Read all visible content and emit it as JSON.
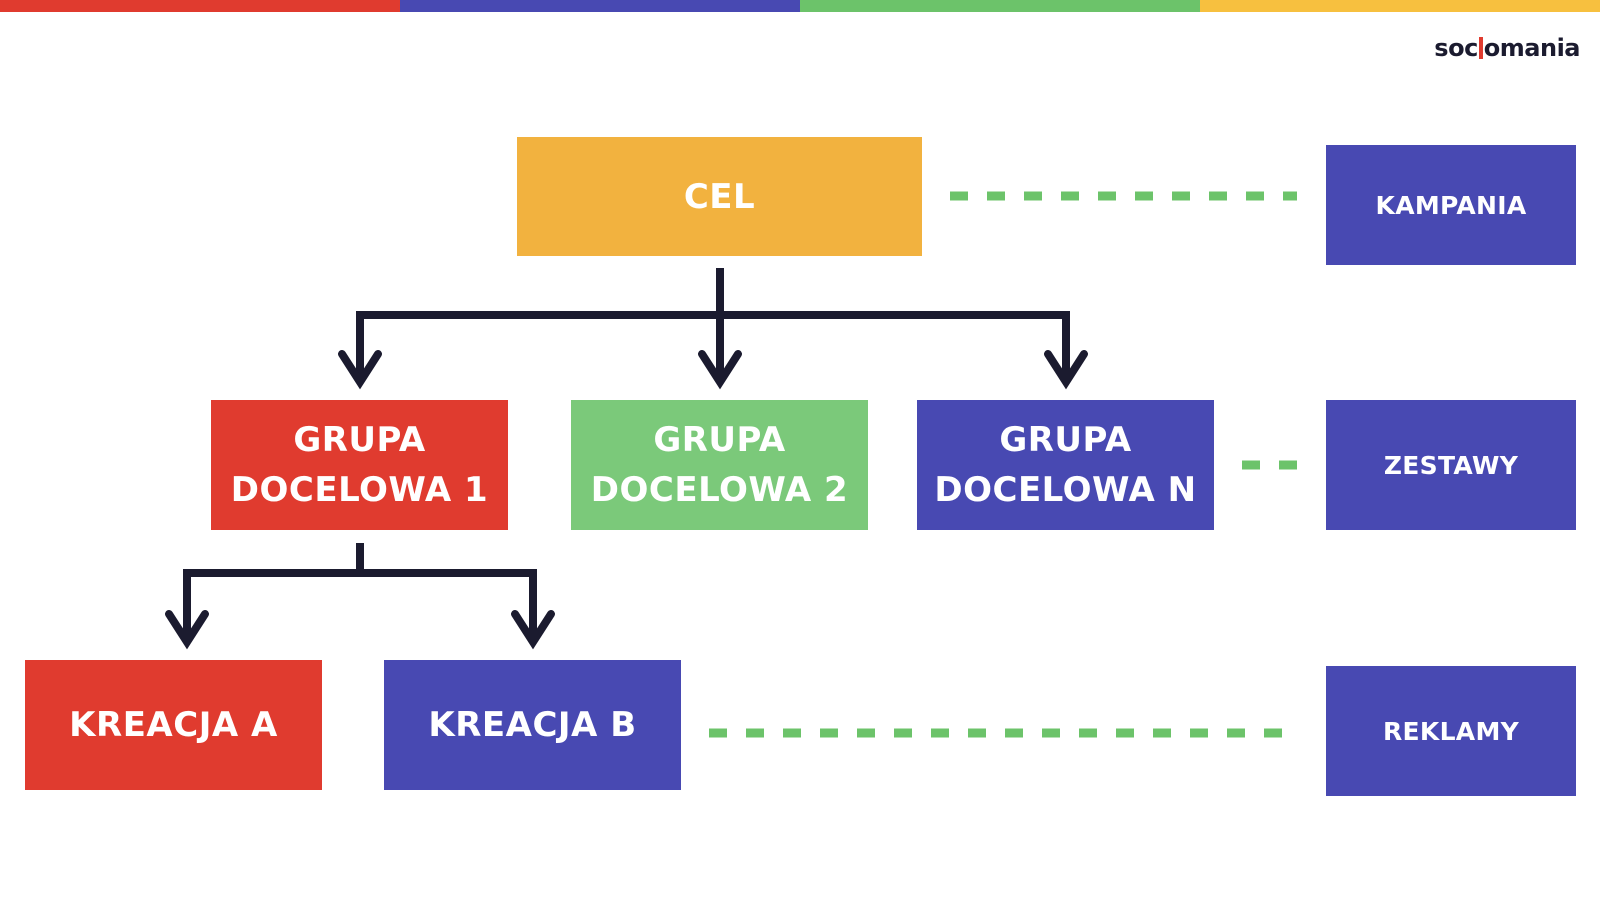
{
  "colors": {
    "red": "#e03b2f",
    "blue": "#4849b2",
    "green": "#7bc97a",
    "orange": "#f2b23f",
    "connector": "#1b1b2f",
    "dashed": "#6cc36a"
  },
  "logo": {
    "part1": "soc",
    "part2": "omania"
  },
  "nodes": {
    "cel": "CEL",
    "grupa1_line1": "GRUPA",
    "grupa1_line2": "DOCELOWA 1",
    "grupa2_line1": "GRUPA",
    "grupa2_line2": "DOCELOWA 2",
    "grupan_line1": "GRUPA",
    "grupan_line2": "DOCELOWA N",
    "kreacja_a": "KREACJA A",
    "kreacja_b": "KREACJA B"
  },
  "labels": {
    "kampania": "KAMPANIA",
    "zestawy": "ZESTAWY",
    "reklamy": "REKLAMY"
  }
}
